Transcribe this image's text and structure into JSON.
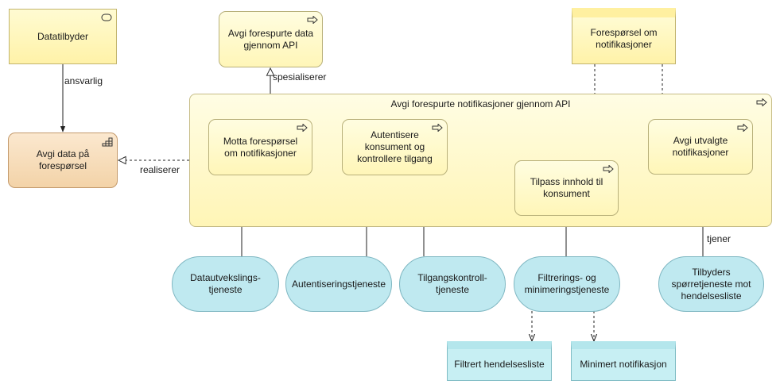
{
  "elements": {
    "datatilbyder": "Datatilbyder",
    "avgi_data": "Avgi data på forespørsel",
    "avgi_api": "Avgi forespurte data gjennom API",
    "foresporsel": "Forespørsel om notifikasjoner",
    "group_title": "Avgi forespurte notifikasjoner gjennom API",
    "motta": "Motta forespørsel om notifikasjoner",
    "autentisere": "Autentisere konsument og kontrollere tilgang",
    "tilpass": "Tilpass innhold til konsument",
    "avgi_utvalgte": "Avgi utvalgte notifikasjoner",
    "svc_datautveksling": "Datautvekslings-tjeneste",
    "svc_autentisering": "Autentiseringstjeneste",
    "svc_tilgangskontroll": "Tilgangskontroll-tjeneste",
    "svc_filtrering": "Filtrerings- og minimeringstjeneste",
    "svc_sporretjeneste": "Tilbyders spørretjeneste mot hendelsesliste",
    "obj_filtrert": "Filtrert hendelsesliste",
    "obj_minimert": "Minimert notifikasjon"
  },
  "relations": {
    "ansvarlig": "ansvarlig",
    "spesialiserer": "spesialiserer",
    "realiserer": "realiserer",
    "tjener": "tjener"
  },
  "icons": {
    "process": "arrow-icon",
    "actor": "actor-icon",
    "function": "function-icon"
  },
  "colors": {
    "process_fill": "#fff6b8",
    "function_fill": "#f3d3a8",
    "service_fill": "#bfe9f0",
    "data_object_fill": "#c7eff3"
  }
}
